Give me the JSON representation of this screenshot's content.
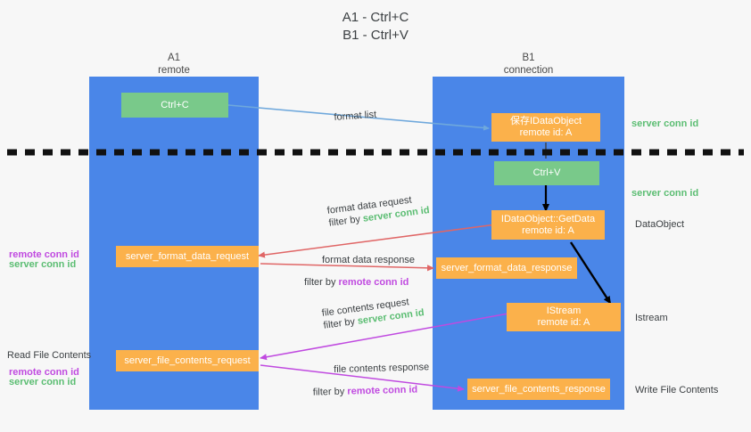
{
  "title": "A1 - Ctrl+C\nB1 - Ctrl+V",
  "lanes": [
    {
      "name": "A1",
      "sub": "remote",
      "header": "A1\nremote"
    },
    {
      "name": "B1",
      "sub": "connection",
      "header": "B1\nconnection"
    }
  ],
  "colors": {
    "lane": "#4a86e8",
    "green_box": "#79c98a",
    "orange_box": "#fbb14b",
    "server_conn_id": "#5bbd72",
    "remote_conn_id": "#c04ae0",
    "arrow_blue": "#6fa8dc",
    "arrow_red": "#e06666",
    "arrow_magenta": "#c04ae0",
    "arrow_black": "#000000",
    "background": "#f7f7f7"
  },
  "boxes": {
    "ctrl_c": {
      "line1": "Ctrl+C",
      "line2": ""
    },
    "save_dataobject": {
      "line1": "保存IDataObject",
      "line2": "remote id: A"
    },
    "ctrl_v": {
      "line1": "Ctrl+V",
      "line2": ""
    },
    "getdata": {
      "line1": "IDataObject::GetData",
      "line2": "remote id: A"
    },
    "istream": {
      "line1": "IStream",
      "line2": "remote id: A"
    },
    "server_format_data_request": {
      "line1": "server_format_data_request",
      "line2": ""
    },
    "server_format_data_response": {
      "line1": "server_format_data_response",
      "line2": ""
    },
    "server_file_contents_request": {
      "line1": "server_file_contents_request",
      "line2": ""
    },
    "server_file_contents_response": {
      "line1": "server_file_contents_response",
      "line2": ""
    }
  },
  "edge_labels": {
    "format_list": "format list",
    "format_data_request": "format data request",
    "format_data_request_filter_prefix": "filter by ",
    "format_data_request_filter_key": "server conn id",
    "format_data_response": "format data response",
    "format_data_response_filter_prefix": "filter by ",
    "format_data_response_filter_key": "remote conn id",
    "file_contents_request": "file contents request",
    "file_contents_request_filter_prefix": "filter by ",
    "file_contents_request_filter_key": "server conn id",
    "file_contents_response": "file contents response",
    "file_contents_response_filter_prefix": "filter by ",
    "file_contents_response_filter_key": "remote conn id"
  },
  "right_labels": {
    "server_conn_id_top": "server conn id",
    "server_conn_id_second": "server conn id",
    "dataobject": "DataObject",
    "istream": "Istream",
    "write_file_contents": "Write File Contents"
  },
  "left_labels": {
    "remote_conn_id_1": "remote conn id",
    "server_conn_id_1": "server conn id",
    "read_file_contents": "Read File Contents",
    "remote_conn_id_2": "remote conn id",
    "server_conn_id_2": "server conn id"
  }
}
